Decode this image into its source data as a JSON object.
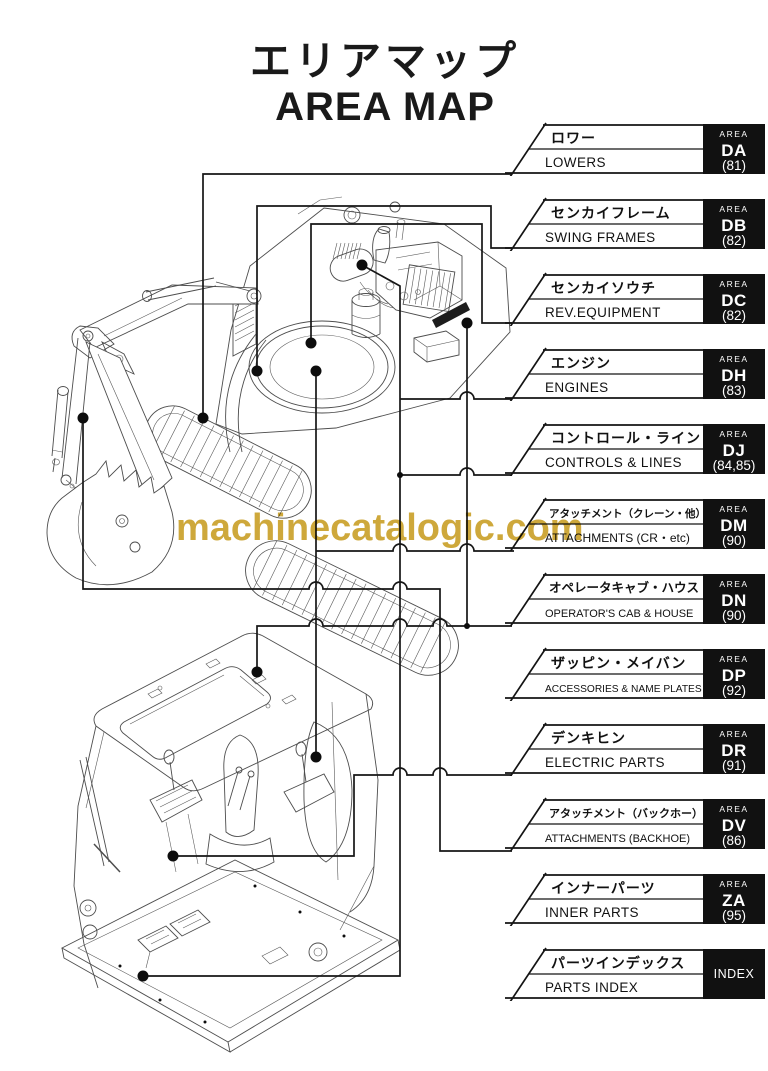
{
  "page": {
    "title_jp": "エリアマップ",
    "title_en": "AREA MAP",
    "watermark": "machinecatalogic.com"
  },
  "colors": {
    "watermark": "#C79C1F",
    "line": "#161616",
    "tag_bg": "#111111"
  },
  "figures": {
    "upper": "excavator-overview-illustration",
    "lower": "operator-cab-and-floor-illustration"
  },
  "areas": [
    {
      "jp": "ロワー",
      "en": "LOWERS",
      "tag": "AREA",
      "code": "DA",
      "page": "(81)"
    },
    {
      "jp": "センカイフレーム",
      "en": "SWING FRAMES",
      "tag": "AREA",
      "code": "DB",
      "page": "(82)"
    },
    {
      "jp": "センカイソウチ",
      "en": "REV.EQUIPMENT",
      "tag": "AREA",
      "code": "DC",
      "page": "(82)"
    },
    {
      "jp": "エンジン",
      "en": "ENGINES",
      "tag": "AREA",
      "code": "DH",
      "page": "(83)"
    },
    {
      "jp": "コントロール・ライン",
      "en": "CONTROLS & LINES",
      "tag": "AREA",
      "code": "DJ",
      "page": "(84,85)"
    },
    {
      "jp": "アタッチメント（クレーン・他）",
      "en": "ATTACHMENTS (CR・etc)",
      "tag": "AREA",
      "code": "DM",
      "page": "(90)"
    },
    {
      "jp": "オペレータキャブ・ハウス",
      "en": "OPERATOR'S CAB & HOUSE",
      "tag": "AREA",
      "code": "DN",
      "page": "(90)"
    },
    {
      "jp": "ザッピン・メイバン",
      "en": "ACCESSORIES & NAME PLATES",
      "tag": "AREA",
      "code": "DP",
      "page": "(92)"
    },
    {
      "jp": "デンキヒン",
      "en": "ELECTRIC PARTS",
      "tag": "AREA",
      "code": "DR",
      "page": "(91)"
    },
    {
      "jp": "アタッチメント（バックホー）",
      "en": "ATTACHMENTS (BACKHOE)",
      "tag": "AREA",
      "code": "DV",
      "page": "(86)"
    },
    {
      "jp": "インナーパーツ",
      "en": "INNER PARTS",
      "tag": "AREA",
      "code": "ZA",
      "page": "(95)"
    },
    {
      "jp": "パーツインデックス",
      "en": "PARTS INDEX",
      "tag": "INDEX",
      "code": "",
      "page": ""
    }
  ]
}
